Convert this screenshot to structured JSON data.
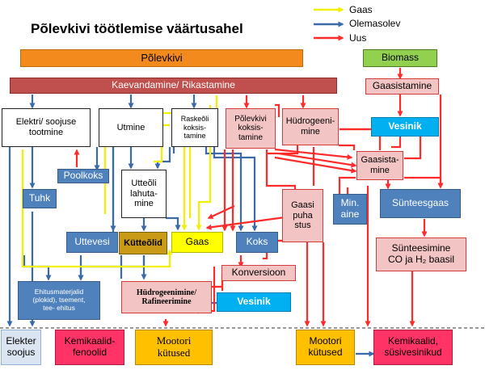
{
  "title": "Põlevkivi töötlemise väärtusahel",
  "legend": [
    {
      "label": "Gaas",
      "color": "#ffff00"
    },
    {
      "label": "Olemasolev",
      "color": "#4f81bd"
    },
    {
      "label": "Uus",
      "color": "#ff3333"
    }
  ],
  "nodes": {
    "polevkivi": "Põlevkivi",
    "biomass": "Biomass",
    "kaevandamine": "Kaevandamine/ Rikastamine",
    "gaasistamine_top": "Gaasistamine",
    "elektri": "Elektri/ soojuse\ntootmine",
    "utmine": "Utmine",
    "raskeoli": "Raskeõli\nkoksis-\ntamine",
    "polevkivi_koksis": "Põlevkivi\nkoksis-\ntamine",
    "hudrogeenimine_top": "Hüdrogeeni-\nmine",
    "vesinik_top": "Vesinik",
    "poolkoks": "Poolkoks",
    "gaasista_mine": "Gaasista-\nmine",
    "tuhk": "Tuhk",
    "utteoli": "Utteõli\nlahuta-\nmine",
    "gaasi_puhastus": "Gaasi\npuha\nstus",
    "min_aine": "Min.\naine",
    "synteesgaas": "Sünteesgaas",
    "uttevesi": "Uttevesi",
    "kutteolid": "Kütteõlid",
    "gaas": "Gaas",
    "koks": "Koks",
    "synteesimine": "Sünteesimine\nCO ja H₂ baasil",
    "konversioon": "Konversioon",
    "ehitusmaterjalid": "Ehitusmaterjalid\n(plokid), tsement,\ntee- ehitus",
    "hudrogeenimine_raf": "Hüdrogeenimine/\nRafineerimine",
    "vesinik_bottom": "Vesinik",
    "elekter_soojus": "Elekter\nsoojus",
    "kemikaalid_fenoolid": "Kemikaalid-\nfenoolid",
    "mootori_kytused_left": "Mootori\nkütused",
    "mootori_kytused_right": "Mootori\nkütused",
    "kemikaalid_sysivesinikud": "Kemikaalid,\nsüsivesinikud"
  }
}
